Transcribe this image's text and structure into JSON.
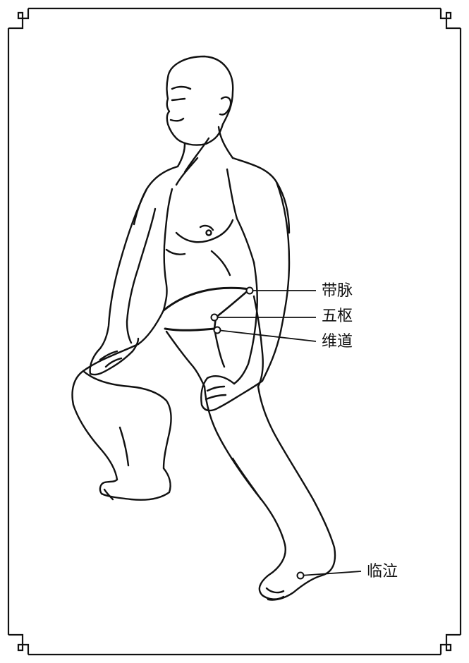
{
  "labels": {
    "daimai": "带脉",
    "wushu": "五枢",
    "weidao": "维道",
    "linqi": "临泣"
  },
  "colors": {
    "ink": "#111111",
    "background": "#ffffff"
  },
  "icons": {
    "frame_corner": "fret-corner-icon"
  }
}
